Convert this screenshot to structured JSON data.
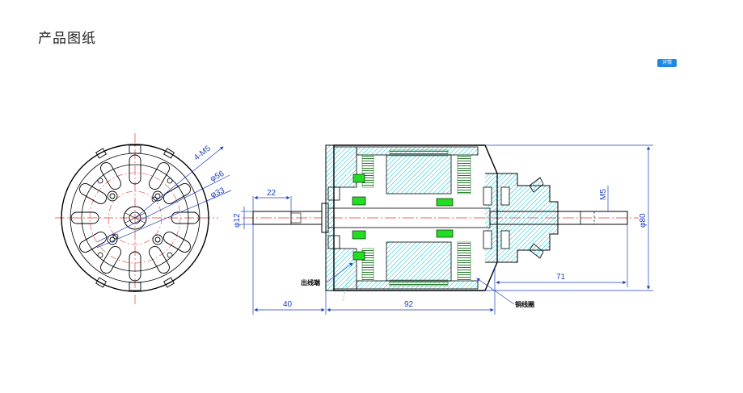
{
  "page": {
    "title": "产品图纸"
  },
  "badge": {
    "label": "详情"
  },
  "drawing": {
    "front_view": {
      "labels": {
        "thread": "4-M5",
        "dia_outer_pcd": "φ56",
        "dia_inner_pcd": "φ33"
      }
    },
    "side_view": {
      "dimensions": {
        "shaft_front_length": "22",
        "shaft_diameter": "φ12",
        "front_overall": "40",
        "body_length": "92",
        "rear_length": "71",
        "rear_thread": "M5",
        "outer_diameter": "φ80"
      },
      "notes": {
        "lead_out": "出线端",
        "winding": "铜线圈"
      }
    },
    "colors": {
      "outline": "#000000",
      "dimension": "#1f3fbf",
      "centerline": "#e53935",
      "housing": "#00bcd4",
      "coil": "#2e7d32",
      "insulation": "#22dd22"
    }
  }
}
